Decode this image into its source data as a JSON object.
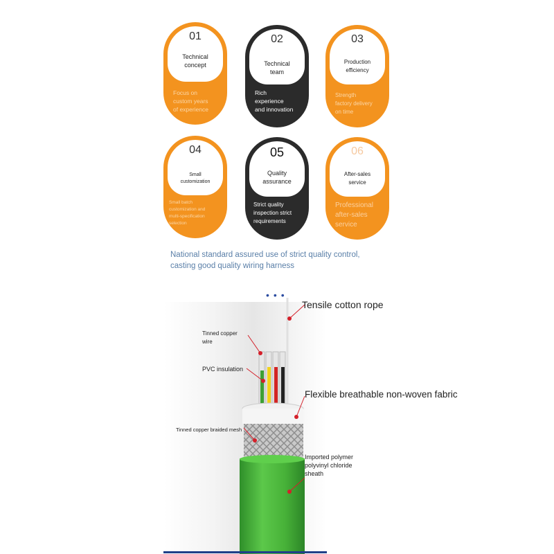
{
  "cards": [
    {
      "num": "01",
      "title": "Technical\nconcept",
      "desc": "Focus on\ncustom years\nof experience",
      "color": "#f3931f"
    },
    {
      "num": "02",
      "title": "Technical\nteam",
      "desc": "Rich\nexperience\nand innovation",
      "color": "#2b2b2b"
    },
    {
      "num": "03",
      "title": "Production\nefficiency",
      "desc": "Strength\nfactory delivery\non time",
      "color": "#f3931f"
    },
    {
      "num": "04",
      "title": "Small\ncustomization",
      "desc": "Small batch\ncustomization and\nmulti-specification\nselection",
      "color": "#f3931f"
    },
    {
      "num": "05",
      "title": "Quality\nassurance",
      "desc": "Strict quality\ninspection strict\nrequirements",
      "color": "#2b2b2b"
    },
    {
      "num": "06",
      "title": "After-sales\nservice",
      "desc": "Professional\nafter-sales\nservice",
      "color": "#f3931f"
    }
  ],
  "tagline": {
    "line1": "National standard assured use of strict quality control,",
    "line2": "casting good quality wiring harness"
  },
  "cable": {
    "rope": "Tensile cotton rope",
    "copper": "Tinned copper\nwire",
    "pvc": "PVC insulation",
    "fabric": "Flexible breathable non-woven fabric",
    "braid": "Tinned copper braided mesh",
    "sheath": "Imported polymer\npolyvinyl chloride\nsheath"
  },
  "colors": {
    "orange": "#f3931f",
    "dark": "#2b2b2b",
    "sheath_green": "#49b43a",
    "tagline_blue": "#5a7fa8",
    "pointer_red": "#d4202a"
  }
}
